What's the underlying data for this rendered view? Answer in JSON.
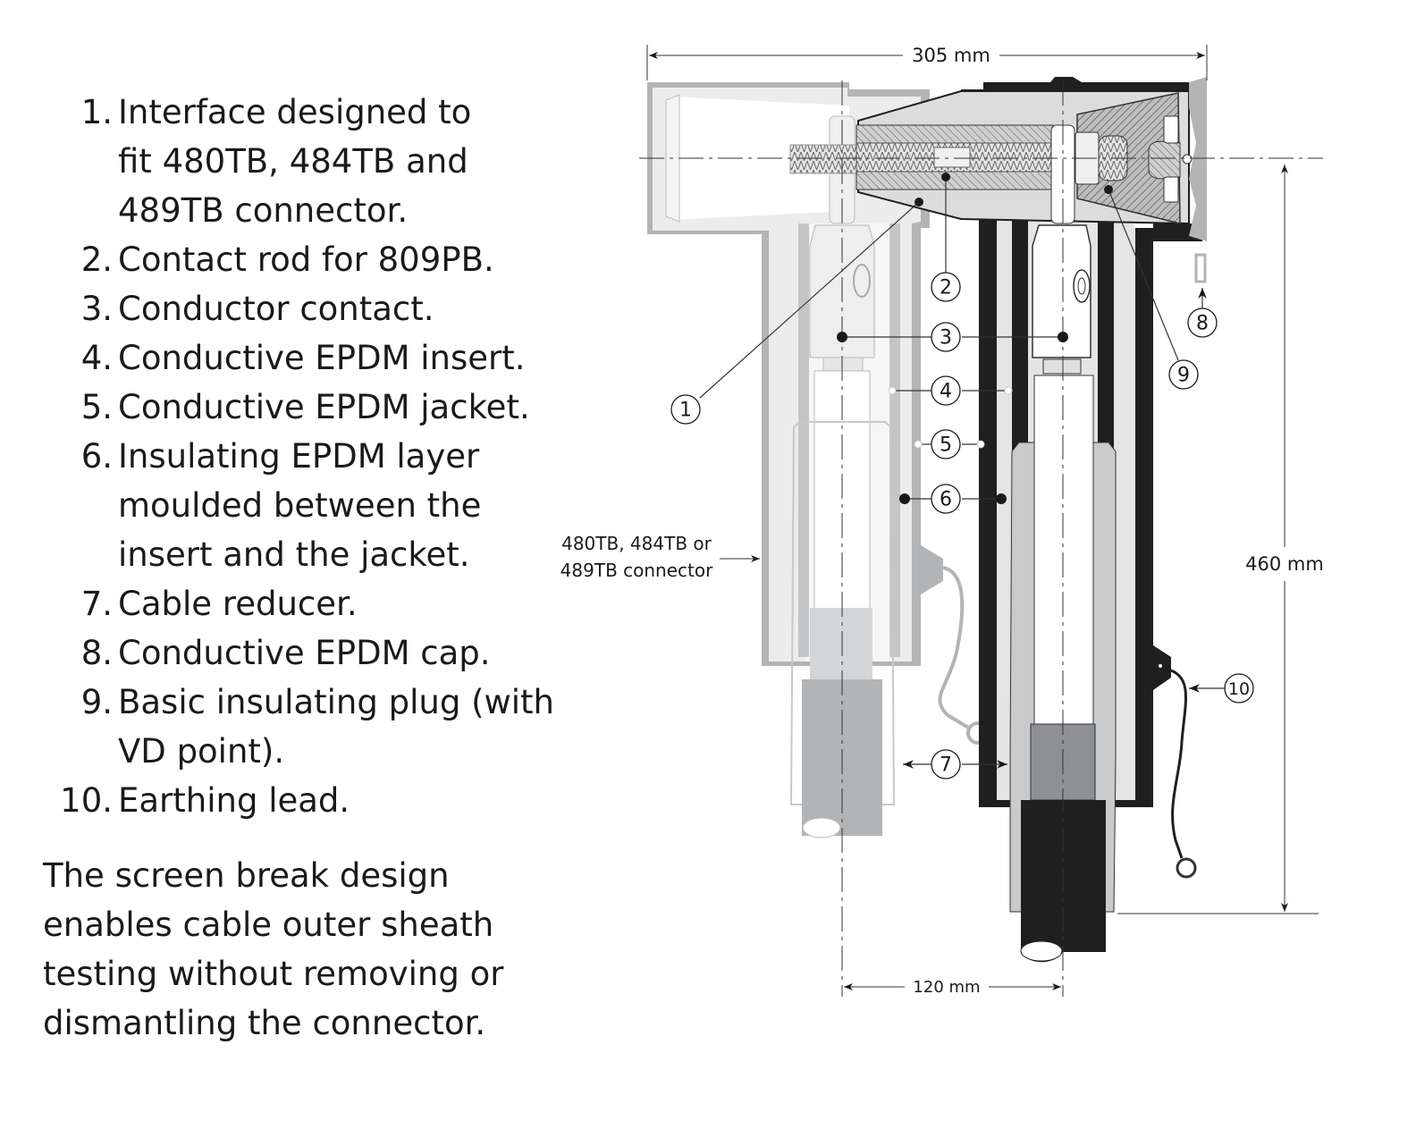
{
  "legend": {
    "items": [
      {
        "num": "1.",
        "lines": [
          "Interface designed to",
          "fit 480TB, 484TB and",
          "489TB connector."
        ]
      },
      {
        "num": "2.",
        "lines": [
          "Contact rod for 809PB."
        ]
      },
      {
        "num": "3.",
        "lines": [
          "Conductor contact."
        ]
      },
      {
        "num": "4.",
        "lines": [
          "Conductive EPDM insert."
        ]
      },
      {
        "num": "5.",
        "lines": [
          "Conductive EPDM jacket."
        ]
      },
      {
        "num": "6.",
        "lines": [
          "Insulating EPDM layer",
          "moulded between the",
          "insert and the jacket."
        ]
      },
      {
        "num": "7.",
        "lines": [
          "Cable reducer."
        ]
      },
      {
        "num": "8.",
        "lines": [
          "Conductive EPDM cap."
        ]
      },
      {
        "num": "9.",
        "lines": [
          "Basic insulating plug (with",
          "VD point)."
        ]
      },
      {
        "num": "10.",
        "lines": [
          "Earthing lead."
        ]
      }
    ]
  },
  "note": {
    "lines": [
      "The screen break design",
      "enables cable outer sheath",
      "testing without removing or",
      "dismantling the connector."
    ]
  },
  "diagram": {
    "dimensions": {
      "width_label": "305 mm",
      "height_label": "460 mm",
      "spacing_label": "120 mm"
    },
    "connector_label": [
      "480TB, 484TB or",
      "489TB connector"
    ],
    "callouts": [
      "1",
      "2",
      "3",
      "4",
      "5",
      "6",
      "7",
      "8",
      "9",
      "10"
    ],
    "colors": {
      "black": "#1f1f1f",
      "dark_grey": "#8f9093",
      "mid_grey": "#b3b4b6",
      "light_grey": "#d4d5d6",
      "pale_grey": "#ececec",
      "hatch": "#6e6e6e"
    }
  }
}
